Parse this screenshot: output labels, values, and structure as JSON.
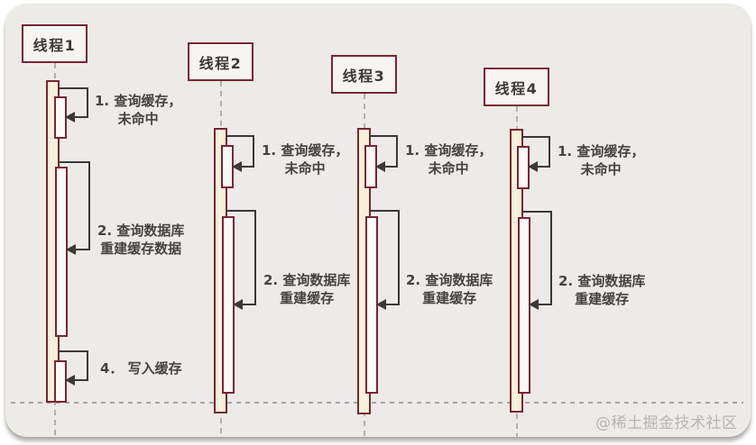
{
  "threads": [
    {
      "label": "线程1",
      "messages": [
        {
          "line1": "1. 查询缓存，",
          "line2": "未命中"
        },
        {
          "line1": "2. 查询数据库",
          "line2": "重建缓存数据"
        },
        {
          "line1": "4． 写入缓存",
          "line2": ""
        }
      ]
    },
    {
      "label": "线程2",
      "messages": [
        {
          "line1": "1. 查询缓存，",
          "line2": "未命中"
        },
        {
          "line1": "2. 查询数据库",
          "line2": "重建缓存"
        }
      ]
    },
    {
      "label": "线程3",
      "messages": [
        {
          "line1": "1. 查询缓存，",
          "line2": "未命中"
        },
        {
          "line1": "2. 查询数据库",
          "line2": "重建缓存"
        }
      ]
    },
    {
      "label": "线程4",
      "messages": [
        {
          "line1": "1. 查询缓存，",
          "line2": "未命中"
        },
        {
          "line1": "2. 查询数据库",
          "line2": "重建缓存"
        }
      ]
    }
  ],
  "watermark": "@稀土掘金技术社区",
  "colors": {
    "background": "#edebe8",
    "box_border": "#7b2433",
    "activation_fill": "#f8f1d9",
    "nested_activation_fill": "#fbfaf7",
    "message_line": "#3b3936",
    "lifeline_dash": "#b1afac",
    "watermark_text": "#b7b4b1"
  }
}
